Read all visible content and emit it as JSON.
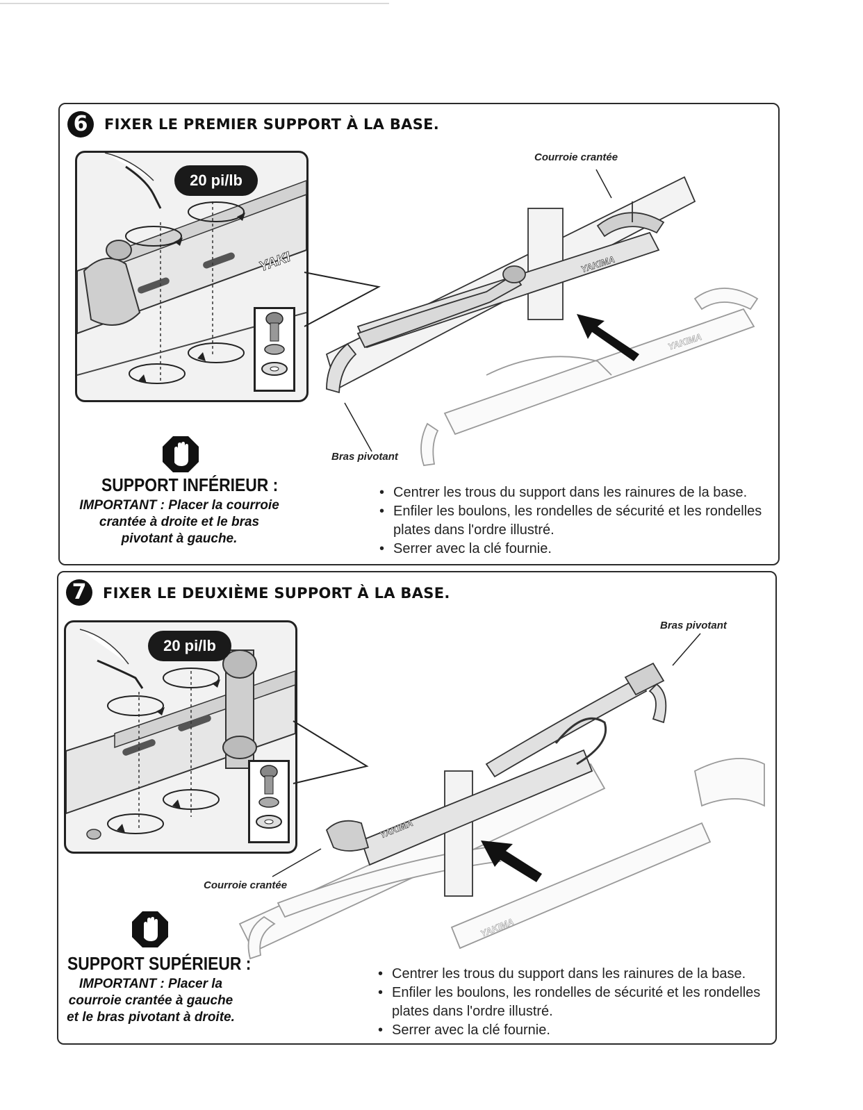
{
  "step6": {
    "number": "6",
    "title": "FIXER LE PREMIER SUPPORT À LA BASE.",
    "torque": "20 pi/lb",
    "callout_top": "Courroie crantée",
    "callout_bottom": "Bras pivotant",
    "support_title": "SUPPORT INFÉRIEUR :",
    "important_label": "IMPORTANT :",
    "important_text": "Placer la courroie crantée à droite et le bras pivotant à gauche.",
    "bullets": [
      "Centrer les trous du support dans les rainures de la base.",
      "Enfiler les boulons, les rondelles de sécurité et les rondelles plates dans l'ordre illustré.",
      "Serrer avec la clé fournie."
    ],
    "brand_inset": "YAKI",
    "brand": "YAKIMA"
  },
  "step7": {
    "number": "7",
    "title": "FIXER LE DEUXIÈME SUPPORT À LA BASE.",
    "torque": "20 pi/lb",
    "callout_top": "Bras pivotant",
    "callout_bottom": "Courroie crantée",
    "support_title": "SUPPORT SUPÉRIEUR :",
    "important_label": "IMPORTANT :",
    "important_text": "Placer la courroie crantée à gauche et le bras pivotant à droite.",
    "bullets": [
      "Centrer les trous du support dans les rainures de la base.",
      "Enfiler les boulons, les rondelles de sécurité et les rondelles plates dans l'ordre illustré.",
      "Serrer avec la clé fournie."
    ],
    "brand": "YAKIMA"
  }
}
